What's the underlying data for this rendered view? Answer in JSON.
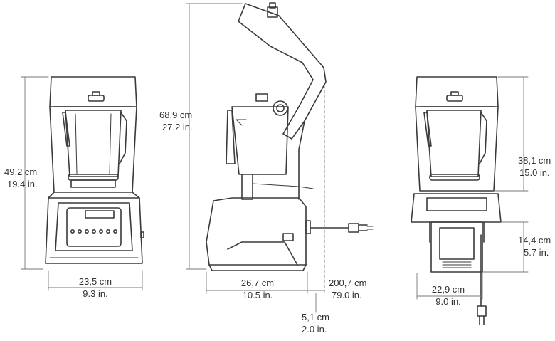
{
  "front_view": {
    "height": {
      "metric": "49,2 cm",
      "imperial": "19.4 in."
    },
    "width": {
      "metric": "23,5 cm",
      "imperial": "9.3 in."
    }
  },
  "side_view": {
    "open_height": {
      "metric": "68,9 cm",
      "imperial": "27.2 in."
    },
    "depth": {
      "metric": "26,7 cm",
      "imperial": "10.5 in."
    },
    "cord_length": {
      "metric": "200,7 cm",
      "imperial": "79.0 in."
    },
    "clearance": {
      "metric": "5,1 cm",
      "imperial": "2.0 in."
    }
  },
  "rear_view": {
    "upper_height": {
      "metric": "38,1 cm",
      "imperial": "15.0 in."
    },
    "lower_height": {
      "metric": "14,4 cm",
      "imperial": "5.7 in."
    },
    "width": {
      "metric": "22,9 cm",
      "imperial": "9.0 in."
    }
  },
  "colors": {
    "line": "#3a3a3a",
    "dim": "#777777",
    "text": "#333333"
  }
}
